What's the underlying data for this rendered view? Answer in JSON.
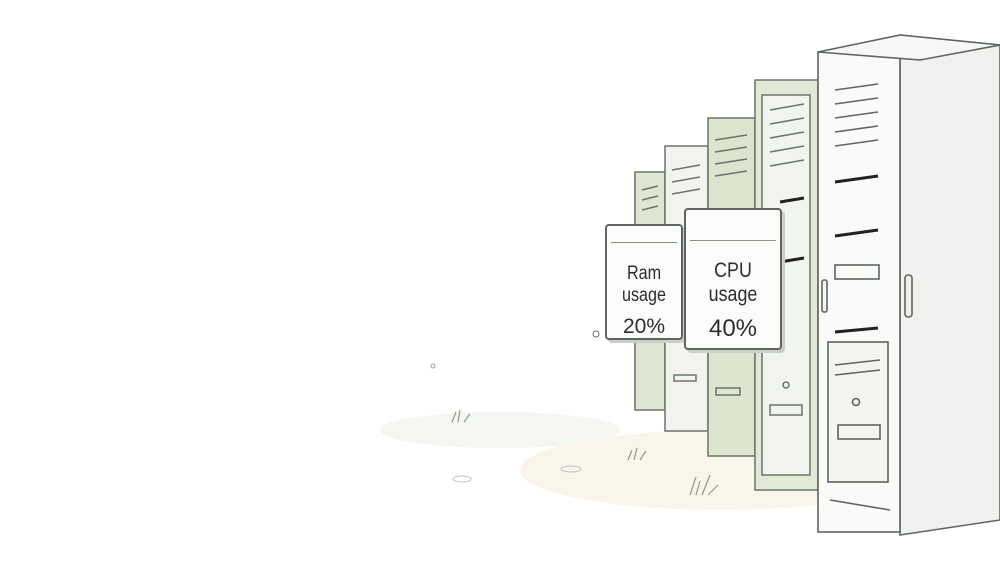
{
  "metrics": {
    "ram": {
      "label": "Ram usage",
      "value": "20%"
    },
    "cpu": {
      "label": "CPU usage",
      "value": "40%"
    }
  },
  "colors": {
    "rack_green": "#dfe6d2",
    "rack_white": "#f4f5f2",
    "outline": "#5d6660"
  }
}
